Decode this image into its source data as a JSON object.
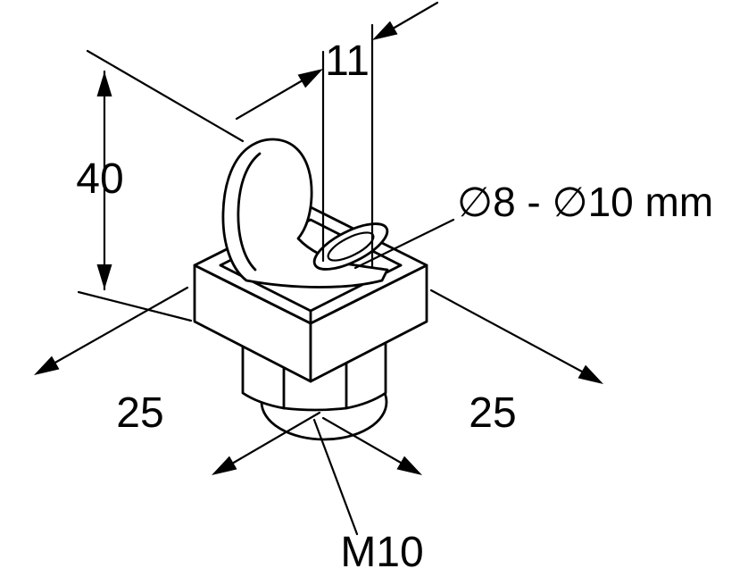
{
  "figure": {
    "kind": "technical-drawing",
    "subject": "pipe-clamp-with-hex-nut",
    "background_color": "#ffffff",
    "line_color": "#000000"
  },
  "labels": {
    "slot_width": "11",
    "overall_height": "40",
    "pipe_diameter_range": "∅8 - ∅10 mm",
    "base_depth_left": "25",
    "base_width_right": "25",
    "thread_size": "M10"
  }
}
